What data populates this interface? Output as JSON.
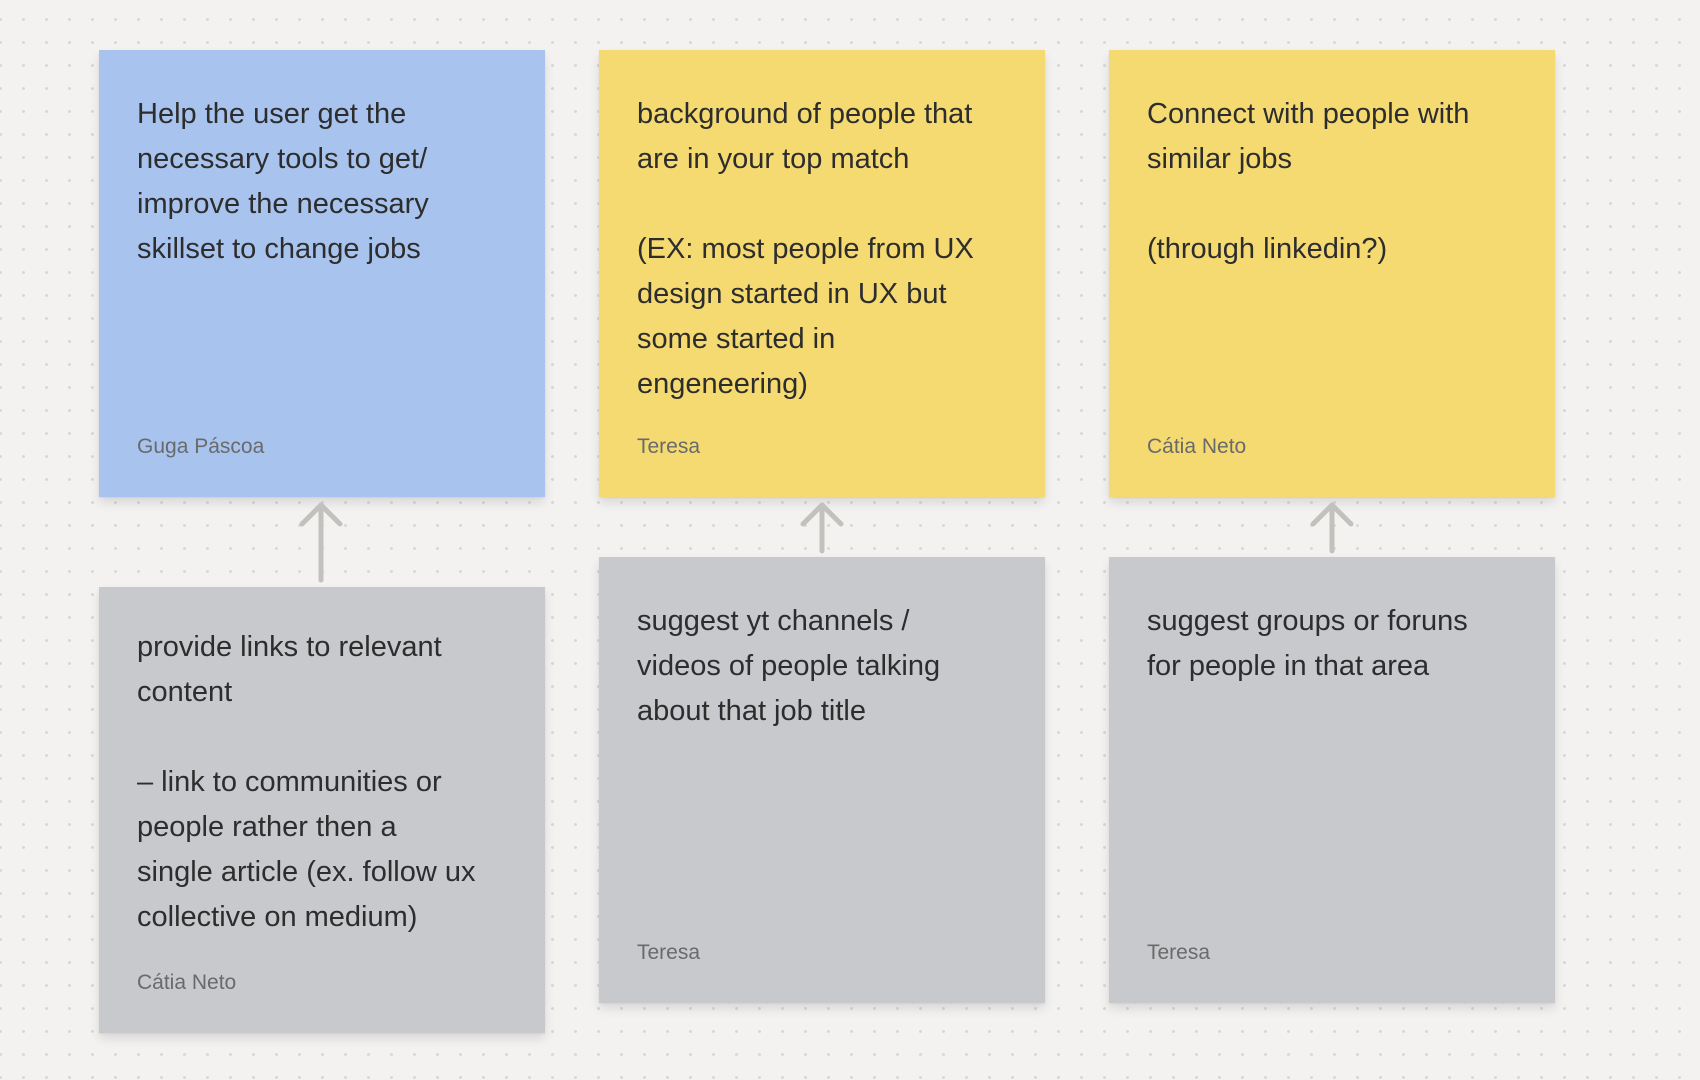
{
  "board": {
    "colors": {
      "blue": "#a8c4ee",
      "yellow": "#f4da71",
      "gray": "#c8c9cd",
      "arrow": "#c2c1be"
    },
    "top_notes": [
      {
        "text": "Help the user get the\nnecessary tools to get/\nimprove the necessary\nskillset to change jobs",
        "author": "Guga Páscoa",
        "color": "blue"
      },
      {
        "text": "background of people that\nare in your top match\n\n(EX: most people from UX\ndesign started in UX but\nsome started in\nengeneering)",
        "author": "Teresa",
        "color": "yellow"
      },
      {
        "text": "Connect with people with\nsimilar jobs\n\n(through linkedin?)",
        "author": "Cátia Neto",
        "color": "yellow"
      }
    ],
    "bottom_notes": [
      {
        "text": "provide links to relevant\ncontent\n\n– link to communities or\npeople rather then a\nsingle article (ex. follow ux\ncollective on medium)",
        "author": "Cátia Neto",
        "color": "gray"
      },
      {
        "text": "suggest yt channels /\nvideos of people talking\nabout that job title",
        "author": "Teresa",
        "color": "gray"
      },
      {
        "text": "suggest groups or foruns\nfor people in that area",
        "author": "Teresa",
        "color": "gray"
      }
    ],
    "connectors": [
      {
        "icon": "arrow-up-icon"
      },
      {
        "icon": "arrow-up-icon"
      },
      {
        "icon": "arrow-up-icon"
      }
    ]
  }
}
